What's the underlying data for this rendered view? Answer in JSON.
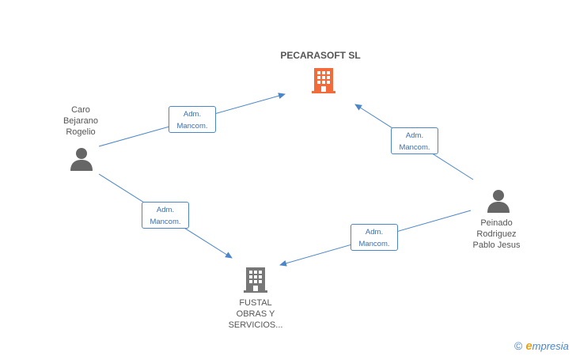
{
  "nodes": {
    "pecarasoft": {
      "title": "PECARASOFT SL",
      "color": "#f26b3a"
    },
    "fustal": {
      "lines": [
        "FUSTAL",
        "OBRAS Y",
        "SERVICIOS..."
      ],
      "color": "#777777"
    },
    "caro": {
      "lines": [
        "Caro",
        "Bejarano",
        "Rogelio"
      ],
      "color": "#666666"
    },
    "peinado": {
      "lines": [
        "Peinado",
        "Rodriguez",
        "Pablo Jesus"
      ],
      "color": "#666666"
    }
  },
  "edges": [
    {
      "from": "caro",
      "to": "pecarasoft",
      "label": [
        "Adm.",
        "Mancom."
      ]
    },
    {
      "from": "caro",
      "to": "fustal",
      "label": [
        "Adm.",
        "Mancom."
      ]
    },
    {
      "from": "peinado",
      "to": "pecarasoft",
      "label": [
        "Adm.",
        "Mancom."
      ]
    },
    {
      "from": "peinado",
      "to": "fustal",
      "label": [
        "Adm.",
        "Mancom."
      ]
    }
  ],
  "edge_color": "#4a86c8",
  "brand": {
    "copyright": "©",
    "first_letter": "e",
    "rest": "mpresia"
  }
}
